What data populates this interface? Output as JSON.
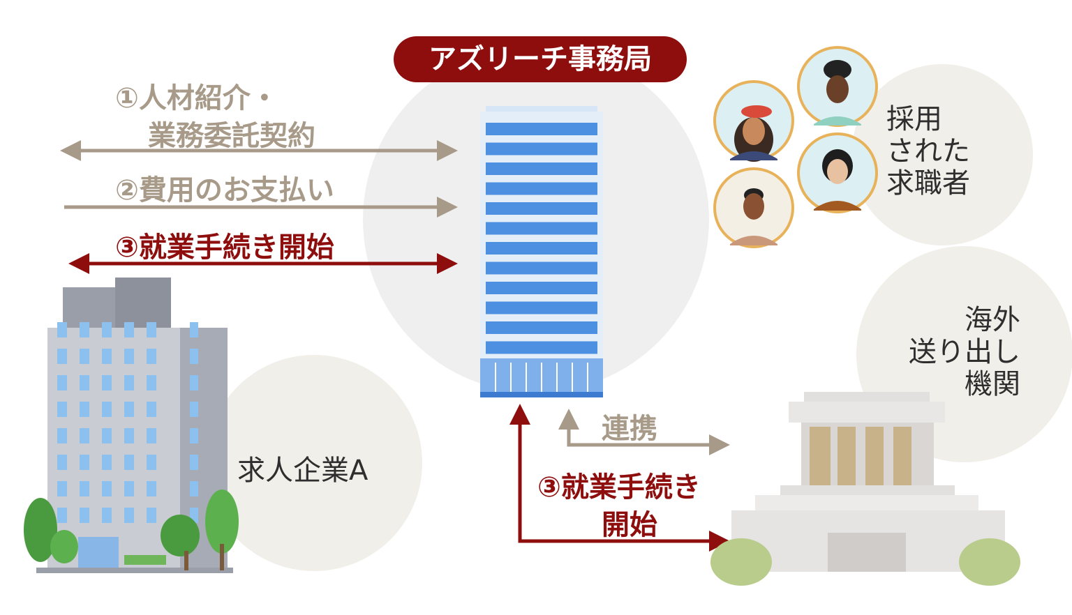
{
  "title": "アズリーチ事務局",
  "flows": {
    "flow1_line1": "①人材紹介・",
    "flow1_line2": "業務委託契約",
    "flow2": "②費用のお支払い",
    "flow3": "③就業手続き開始",
    "renkei": "連携",
    "flow3b_line1": "③就業手続き",
    "flow3b_line2": "開始"
  },
  "labels": {
    "company": "求人企業A",
    "seekers": [
      "採用",
      "された",
      "求職者"
    ],
    "agency": [
      "海外",
      "送り出し",
      "機関"
    ]
  },
  "colors": {
    "accent_red": "#8e0e0e",
    "arrow_gray": "#a89a89",
    "circle_bg": "#f0efe9",
    "avatar_ring": "#e8b25a"
  }
}
